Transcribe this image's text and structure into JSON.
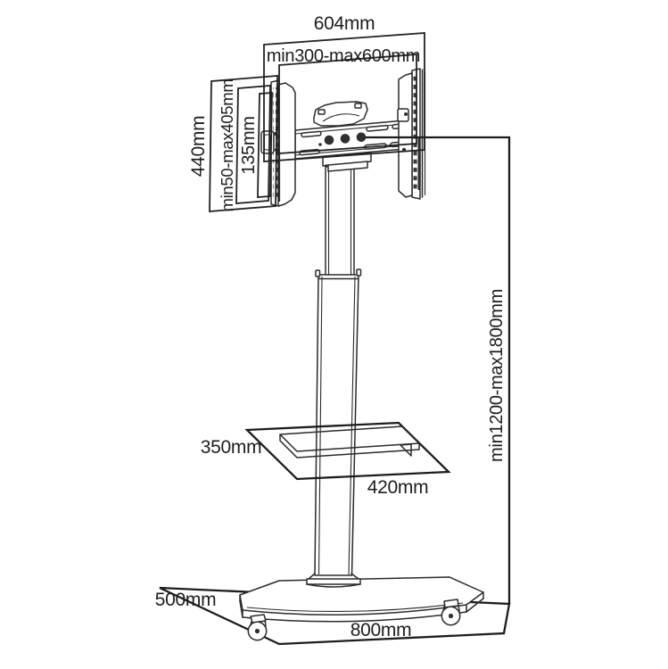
{
  "diagram": {
    "type": "technical-dimension-drawing",
    "subject": "Mobile TV floor stand with swivel mount, adjustable shelf and wheeled base",
    "line_color": "#2b2b2b",
    "background_color": "#ffffff",
    "labels": {
      "total_width": "604mm",
      "mount_width_range": "min300-max600mm",
      "bracket_height": "440mm",
      "vesa_height_range": "min50-max405mm",
      "inner_plate_height": "135mm",
      "stand_height_range": "min1200-max1800mm",
      "shelf_depth": "350mm",
      "shelf_width": "420mm",
      "base_depth": "500mm",
      "base_width": "800mm"
    }
  }
}
